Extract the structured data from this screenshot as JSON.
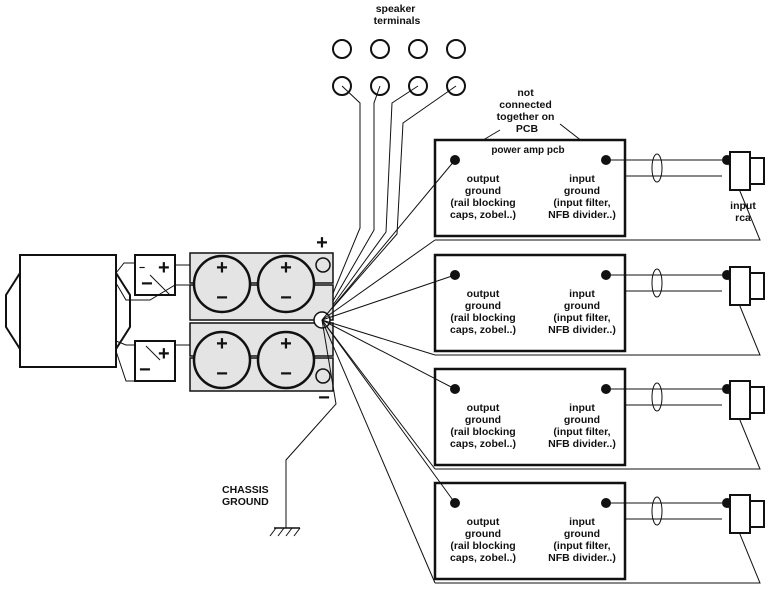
{
  "labels": {
    "speaker_terminals": [
      "speaker",
      "terminals"
    ],
    "not_connected": [
      "not",
      "connected",
      "together on",
      "PCB"
    ],
    "power_amp_pcb": "power amp pcb",
    "input_rca": [
      "input",
      "rca"
    ],
    "chassis_ground": [
      "CHASSIS",
      "GROUND"
    ],
    "plus": "+",
    "minus": "−"
  },
  "boards": [
    {
      "output_ground": [
        "output",
        "ground",
        "(rail blocking",
        "caps, zobel..)"
      ],
      "input_ground": [
        "input",
        "ground",
        "(input filter,",
        "NFB divider..)"
      ]
    },
    {
      "output_ground": [
        "output",
        "ground",
        "(rail blocking",
        "caps, zobel..)"
      ],
      "input_ground": [
        "input",
        "ground",
        "(input filter,",
        "NFB divider..)"
      ]
    },
    {
      "output_ground": [
        "output",
        "ground",
        "(rail blocking",
        "caps, zobel..)"
      ],
      "input_ground": [
        "input",
        "ground",
        "(input filter,",
        "NFB divider..)"
      ]
    },
    {
      "output_ground": [
        "output",
        "ground",
        "(rail blocking",
        "caps, zobel..)"
      ],
      "input_ground": [
        "input",
        "ground",
        "(input filter,",
        "NFB divider..)"
      ]
    }
  ],
  "colors": {
    "ink": "#111111",
    "cap_fill": "#e4e4e4",
    "background": "#ffffff"
  }
}
